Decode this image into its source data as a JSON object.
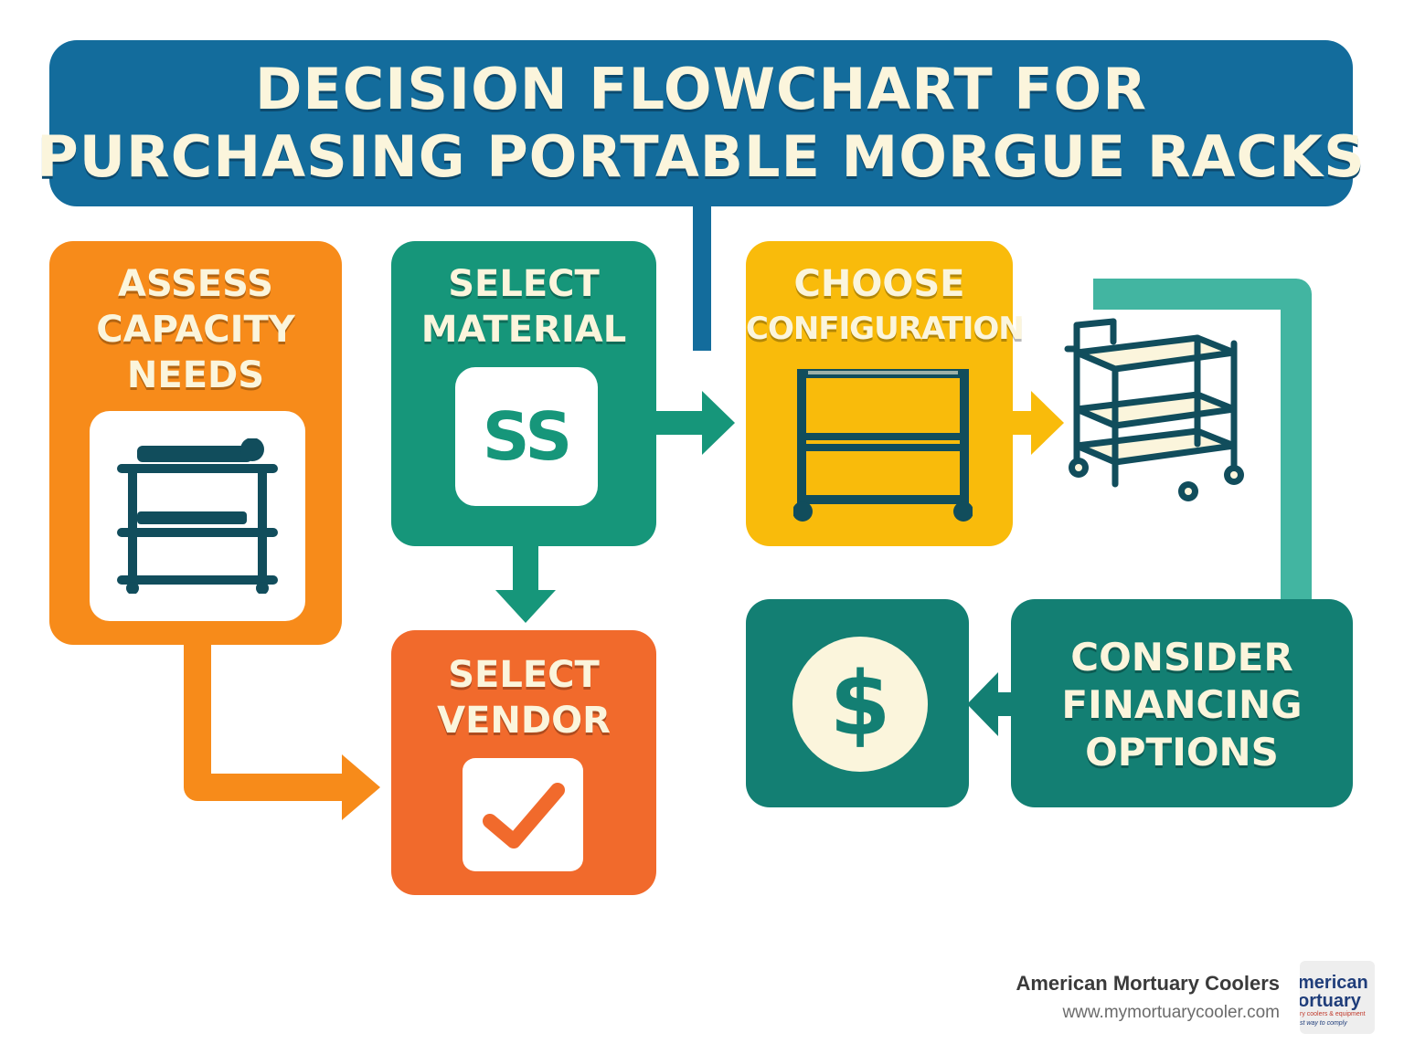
{
  "title": {
    "line1": "DECISION FLOWCHART FOR",
    "line2": "PURCHASING PORTABLE MORGUE RACKS"
  },
  "steps": {
    "assess": {
      "line1": "ASSESS",
      "line2": "CAPACITY",
      "line3": "NEEDS",
      "icon": "loaded-rack-icon",
      "color": "#f78b1a"
    },
    "material": {
      "line1": "SELECT",
      "line2": "MATERIAL",
      "badge": "SS",
      "icon": "stainless-steel-badge",
      "color": "#16967a"
    },
    "configuration": {
      "line1": "CHOOSE",
      "line2": "CONFIGURATION",
      "icon": "rack-frame-icon",
      "color": "#f9bb0b"
    },
    "vendor": {
      "line1": "SELECT",
      "line2": "VENDOR",
      "icon": "checkmark-icon",
      "color": "#f16a2c"
    },
    "financing": {
      "line1": "CONSIDER",
      "line2": "FINANCING",
      "line3": "OPTIONS",
      "color": "#137f73"
    },
    "dollar_box": {
      "icon": "dollar-icon",
      "color": "#137f73"
    }
  },
  "cart_illustration": {
    "icon": "rolling-cart-icon"
  },
  "colors": {
    "title_bg": "#136c9c",
    "text_cream": "#fbf5dc",
    "icon_dark": "#114d5c",
    "connector_teal": "#42b5a1"
  },
  "footer": {
    "company": "American Mortuary Coolers",
    "url": "www.mymortuarycooler.com",
    "logo_text_line1": "merican",
    "logo_text_line2": "ortuary",
    "logo_text_line3": "ry coolers & equipment",
    "logo_text_line4": "st way to comply"
  }
}
